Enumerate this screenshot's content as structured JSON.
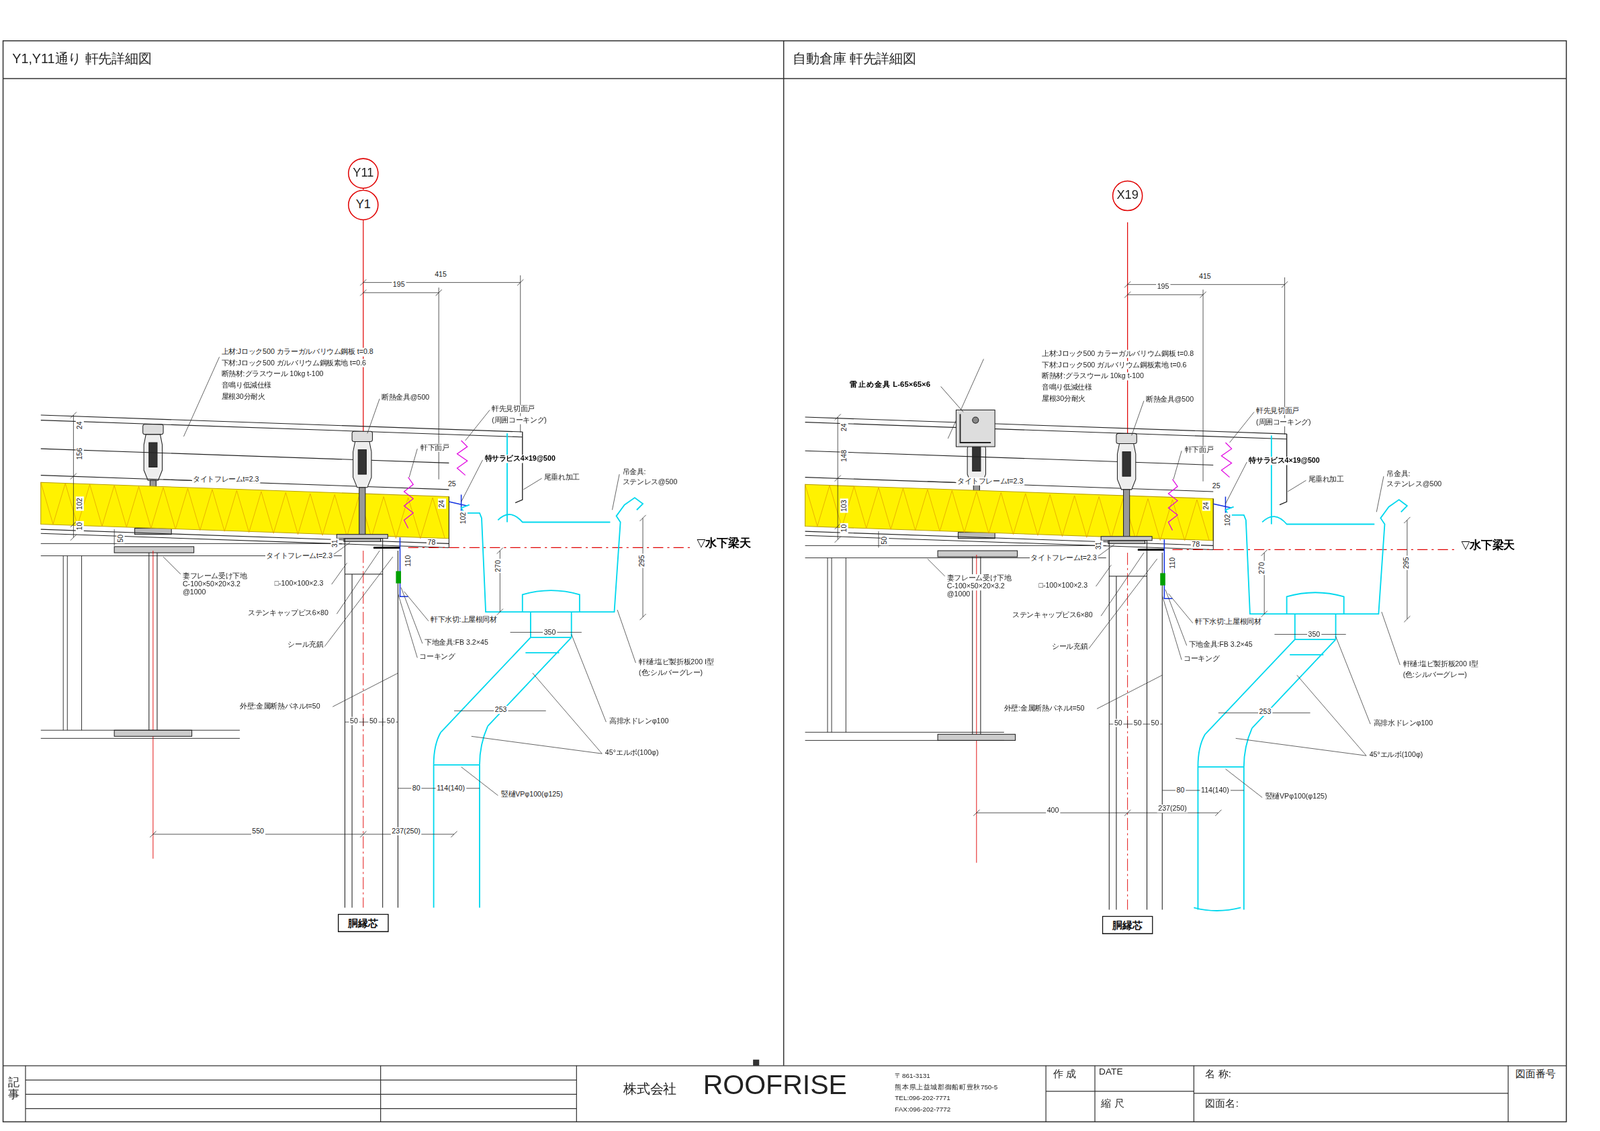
{
  "diagram": {
    "nodes": [
      {
        "text": [
          "Y1,Y11通り 軒先詳細図"
        ]
      },
      {
        "text": [
          "自動倉庫 軒先詳細図"
        ]
      },
      {
        "text": [
          "Y11"
        ]
      },
      {
        "text": [
          "Y1"
        ]
      },
      {
        "text": [
          "X19"
        ]
      },
      {
        "text": [
          "胴縁芯"
        ]
      },
      {
        "text": [
          "胴縁芯"
        ]
      }
    ],
    "edges": [
      {
        "from": 2,
        "to": 3,
        "arrow": "none"
      }
    ],
    "labels": [
      "415",
      "195",
      "上材:Jロック500 カラーガルバリウム鋼板 t=0.8",
      "下材:Jロック500 ガルバリウム鋼板素地 t=0.6",
      "断熱材:グラスウール 10kg t-100",
      "音鳴り低減仕様",
      "屋根30分耐火",
      "断熱金具@500",
      "軒先見切面戸",
      "(周囲コーキング)",
      "軒下面戸",
      "特サラビス4×19@500",
      "尾垂れ加工",
      "吊金具:",
      "ステンレス@500",
      "▽水下梁天",
      "24",
      "156",
      "102",
      "10",
      "50",
      "25",
      "24",
      "102",
      "31",
      "78",
      "110",
      "270",
      "295",
      "タイトフレームt=2.3",
      "タイトフレームt=2.3",
      "妻フレーム受け下地",
      "C-100×50×20×3.2",
      "@1000",
      "□-100×100×2.3",
      "ステンキャップビス6×80",
      "シール充鎮",
      "外壁:金属断熱パネルt=50",
      "50",
      "50",
      "50",
      "軒下水切:上屋根同材",
      "下地金具:FB 3.2×45",
      "コーキング",
      "350",
      "軒樋:塩ビ製折板200 Ⅰ型",
      "(色:シルバーグレー)",
      "253",
      "高排水ドレンφ100",
      "45°エルボ(100φ)",
      "80",
      "114(140)",
      "竪樋VPφ100(φ125)",
      "550",
      "237(250)",
      "415",
      "195",
      "上材:Jロック500 カラーガルバリウム鋼板 t=0.8",
      "下材:Jロック500 ガルバリウム鋼板素地 t=0.6",
      "断熱材:グラスウール 10kg t-100",
      "音鳴り低減仕様",
      "屋根30分耐火",
      "断熱金具@500",
      "軒先見切面戸",
      "(周囲コーキング)",
      "軒下面戸",
      "特サラビス4×19@500",
      "尾垂れ加工",
      "吊金具:",
      "ステンレス@500",
      "▽水下梁天",
      "24",
      "148",
      "103",
      "10",
      "50",
      "25",
      "24",
      "102",
      "31",
      "78",
      "110",
      "270",
      "295",
      "タイトフレームt=2.3",
      "タイトフレームt=2.3",
      "妻フレーム受け下地",
      "C-100×50×20×3.2",
      "@1000",
      "□-100×100×2.3",
      "ステンキャップビス6×80",
      "シール充鎮",
      "外壁:金属断熱パネルt=50",
      "50",
      "50",
      "50",
      "軒下水切:上屋根同材",
      "下地金具:FB 3.2×45",
      "コーキング",
      "350",
      "軒樋:塩ビ製折板200 Ⅰ型",
      "(色:シルバーグレー)",
      "253",
      "高排水ドレンφ100",
      "45°エルボ(100φ)",
      "80",
      "114(140)",
      "竪樋VPφ100(φ125)",
      "400",
      "237(250)",
      "雷止め金具 L-65×65×6",
      "記事",
      "株式会社",
      "ROOFRISE",
      "〒861-3131",
      "熊本県上益城郡御船町豊秋750-5",
      "TEL:096-202-7771",
      "FAX:096-202-7772",
      "作 成",
      "DATE",
      "名 称:",
      "縮 尺",
      "図面名:",
      "図面番号"
    ]
  }
}
